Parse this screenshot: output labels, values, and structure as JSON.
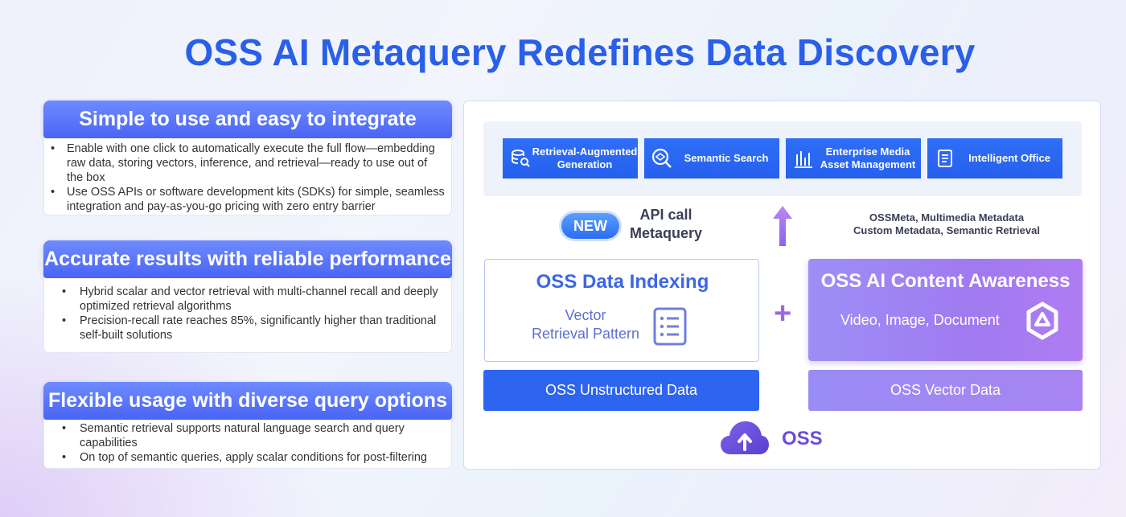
{
  "title": "OSS AI Metaquery Redefines Data Discovery",
  "features": [
    {
      "heading": "Simple to use and easy to integrate",
      "bullets": [
        "Enable with one click to automatically execute the full flow—embedding raw data, storing vectors, inference, and retrieval—ready to use out of the box",
        "Use OSS APIs or software development kits (SDKs) for simple, seamless integration and pay-as-you-go pricing with zero entry barrier"
      ]
    },
    {
      "heading": "Accurate results with reliable performance",
      "bullets": [
        "Hybrid scalar and vector retrieval with multi-channel recall and deeply optimized retrieval algorithms",
        "Precision-recall rate reaches 85%, significantly higher than traditional self-built solutions"
      ]
    },
    {
      "heading": "Flexible usage with diverse query options",
      "bullets": [
        "Semantic retrieval supports natural language search and query capabilities",
        "On top of semantic queries, apply scalar conditions for post-filtering"
      ]
    }
  ],
  "scenarios": [
    {
      "label": "Retrieval-Augmented Generation",
      "icon": "database-search-icon"
    },
    {
      "label": "Semantic Search",
      "icon": "magnifier-icon"
    },
    {
      "label": "Enterprise Media Asset Management",
      "icon": "bar-chart-icon"
    },
    {
      "label": "Intelligent Office",
      "icon": "document-icon"
    }
  ],
  "api": {
    "badge": "NEW",
    "line1": "API call",
    "line2": "Metaquery"
  },
  "metadata": {
    "line1": "OSSMeta, Multimedia Metadata",
    "line2": "Custom Metadata, Semantic Retrieval"
  },
  "indexing": {
    "title": "OSS Data Indexing",
    "sub1": "Vector",
    "sub2": "Retrieval Pattern"
  },
  "plus": "+",
  "awareness": {
    "title": "OSS AI Content Awareness",
    "sub": "Video, Image, Document"
  },
  "bases": {
    "unstructured": "OSS Unstructured Data",
    "vector": "OSS Vector Data"
  },
  "oss_label": "OSS",
  "colors": {
    "title_blue": "#2a5fe8",
    "scenario_blue": "#2c66f2",
    "purple": "#a07af0"
  }
}
